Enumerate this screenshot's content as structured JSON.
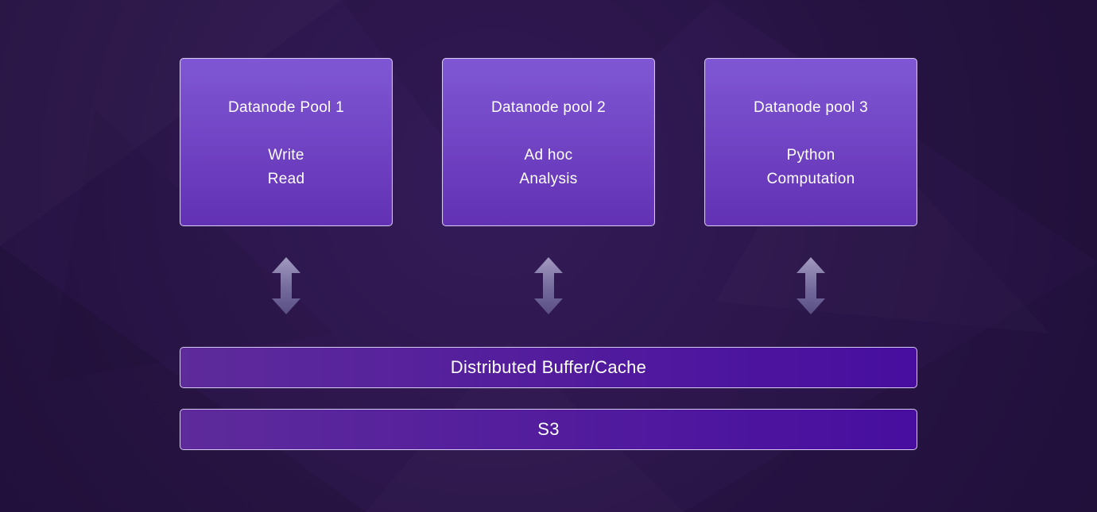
{
  "diagram": {
    "pools": [
      {
        "title": "Datanode Pool 1",
        "lines": [
          "Write",
          "Read"
        ]
      },
      {
        "title": "Datanode pool 2",
        "lines": [
          "Ad hoc",
          "Analysis"
        ]
      },
      {
        "title": "Datanode pool 3",
        "lines": [
          "Python",
          "Computation"
        ]
      }
    ],
    "layers": [
      {
        "label": "Distributed Buffer/Cache"
      },
      {
        "label": "S3"
      }
    ],
    "icons": {
      "arrow": "double-vertical-arrow"
    },
    "colors": {
      "bg": "#2a1548",
      "box_top": "#7f57d4",
      "box_bottom": "#6231b4",
      "bar_left": "#5e2b9b",
      "bar_right": "#470e9f",
      "border": "#d6c9f2",
      "text": "#ffffff",
      "arrow_top": "#a29ac0",
      "arrow_bottom": "#5a4f84"
    }
  }
}
